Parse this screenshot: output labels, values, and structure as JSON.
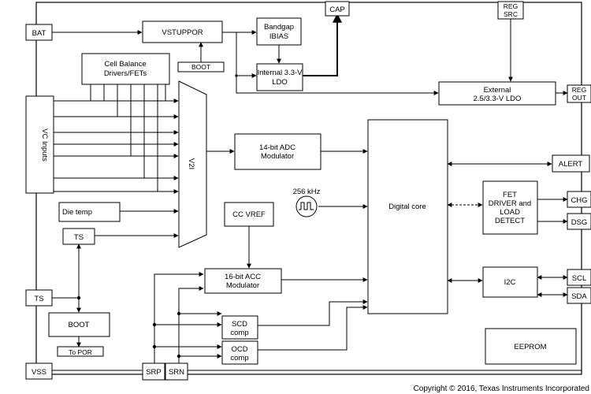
{
  "blocks": {
    "bat": "BAT",
    "vstuppor": "VSTUPPOR",
    "boot_top": "BOOT",
    "bandgap_line1": "Bandgap",
    "bandgap_line2": "IBIAS",
    "ldo_line1": "Internal 3.3-V",
    "ldo_line2": "LDO",
    "cap": "CAP",
    "regsrc_line1": "REG",
    "regsrc_line2": "SRC",
    "ext_ldo_line1": "External",
    "ext_ldo_line2": "2.5/3.3-V LDO",
    "regout_line1": "REG",
    "regout_line2": "OUT",
    "cellbal_line1": "Cell Balance",
    "cellbal_line2": "Drivers/FETs",
    "vc_inputs": "VC Inputs",
    "mux": "V2I",
    "adc_line1": "14-bit ADC",
    "adc_line2": "Modulator",
    "clock": "256 kHz",
    "digital_core": "Digital core",
    "alert": "ALERT",
    "fet_line1": "FET",
    "fet_line2": "DRIVER and",
    "fet_line3": "LOAD",
    "fet_line4": "DETECT",
    "chg": "CHG",
    "dsg": "DSG",
    "die_temp": "Die temp",
    "ts_inner": "TS",
    "cc_vref": "CC VREF",
    "acc_line1": "16-bit ACC",
    "acc_line2": "Modulator",
    "i2c": "I2C",
    "scl": "SCL",
    "sda": "SDA",
    "ts_pin": "TS",
    "boot_bottom": "BOOT",
    "to_por": "To POR",
    "scd_line1": "SCD",
    "scd_line2": "comp",
    "ocd_line1": "OCD",
    "ocd_line2": "comp",
    "eeprom": "EEPROM",
    "vss": "VSS",
    "srp": "SRP",
    "srn": "SRN"
  },
  "copyright": "Copyright © 2016, Texas Instruments Incorporated"
}
